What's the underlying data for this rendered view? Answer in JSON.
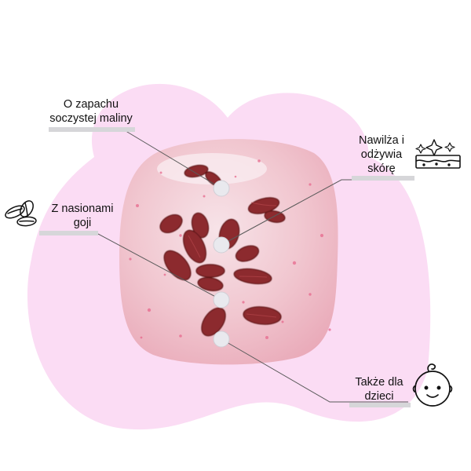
{
  "labels": {
    "scent": [
      "O zapachu",
      "soczystej maliny"
    ],
    "goji": [
      "Z nasionami",
      "goji"
    ],
    "moisture": [
      "Nawilża i",
      "odżywia",
      "skórę"
    ],
    "kids": [
      "Także dla",
      "dzieci"
    ]
  },
  "icons": {
    "seeds": "goji-seeds-icon",
    "skin": "skin-layer-sparkle-icon",
    "baby": "baby-face-icon"
  },
  "colors": {
    "blob": "#fbdcf4",
    "bomb_body": "#f1c3cc",
    "bomb_speckle": "#e7698d",
    "goji": "#8c2a2e",
    "connector": "#5a5a5a",
    "dot": "#e9e9ee",
    "bar": "#d6d6d9"
  }
}
